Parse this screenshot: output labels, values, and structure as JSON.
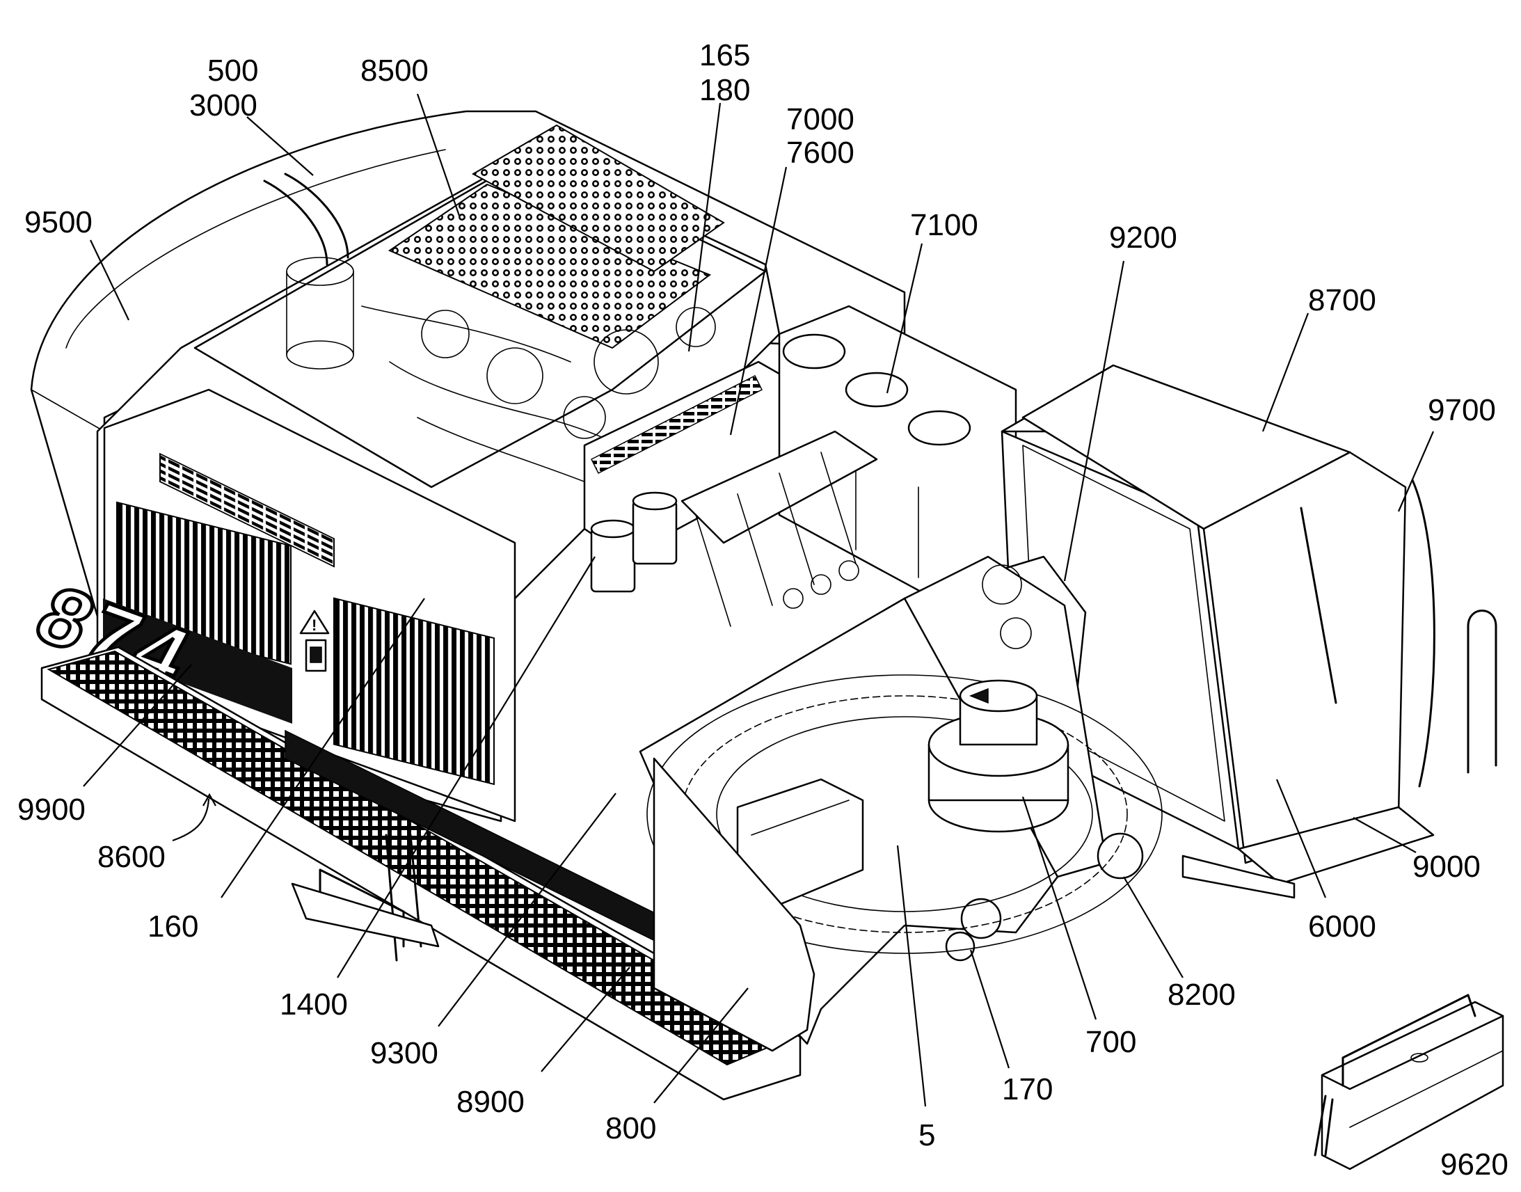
{
  "figure": {
    "model_number": "874",
    "warning_symbol": "!"
  },
  "callouts": {
    "c500": "500",
    "c3000": "3000",
    "c8500": "8500",
    "c165": "165",
    "c180": "180",
    "c7000": "7000",
    "c7600": "7600",
    "c9500": "9500",
    "c7100": "7100",
    "c9200": "9200",
    "c8700": "8700",
    "c9700": "9700",
    "c9900": "9900",
    "c8600": "8600",
    "c160": "160",
    "c1400": "1400",
    "c9300": "9300",
    "c8900": "8900",
    "c800": "800",
    "c5": "5",
    "c170": "170",
    "c700": "700",
    "c8200": "8200",
    "c6000": "6000",
    "c9000": "9000",
    "c9620": "9620"
  },
  "colors": {
    "ink": "#000000",
    "background": "#ffffff"
  }
}
